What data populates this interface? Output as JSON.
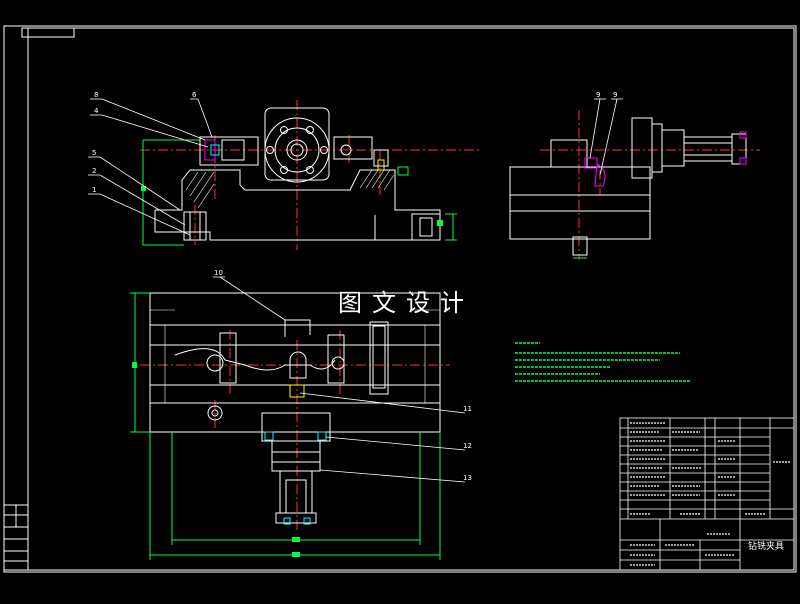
{
  "watermark": "图文设计",
  "balloons": {
    "front": [
      "8",
      "4",
      "5",
      "2",
      "1",
      "6"
    ],
    "side": [
      "9",
      "9"
    ],
    "plan": [
      "10",
      "11",
      "12",
      "13"
    ]
  },
  "title_block": {
    "drawing_name": "钻铣夹具"
  },
  "colors": {
    "background": "#000000",
    "outline": "#ffffff",
    "centerline": "#ff3030",
    "dimension": "#00ff40",
    "hidden": "#ff00ff",
    "section": "#00ffff",
    "leader": "#ffffff"
  }
}
